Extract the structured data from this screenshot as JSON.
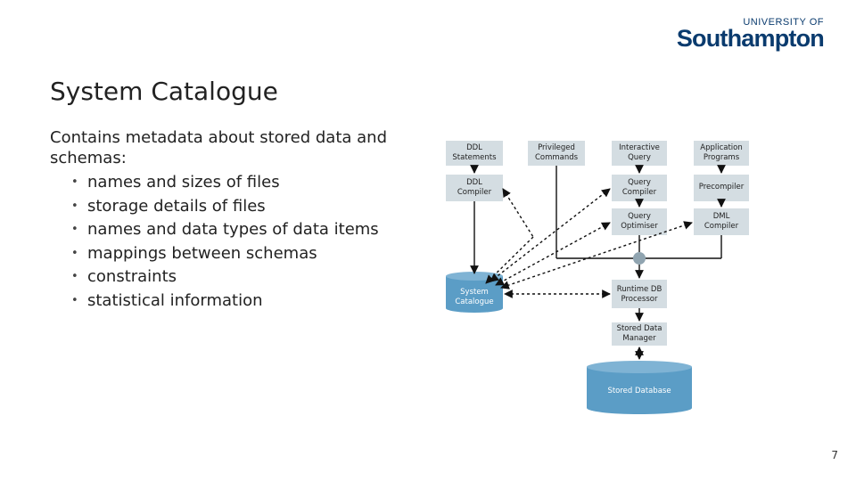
{
  "logo": {
    "top": "UNIVERSITY OF",
    "main": "Southampton"
  },
  "slide": {
    "title": "System Catalogue",
    "intro": "Contains metadata about stored data and schemas:",
    "bullets": [
      "names and sizes of files",
      "storage details of files",
      "names and data types of data items",
      "mappings between schemas",
      "constraints",
      "statistical information"
    ],
    "page_number": "7"
  },
  "diagram": {
    "ddl_statements": "DDL\nStatements",
    "privileged_commands": "Privileged\nCommands",
    "interactive_query": "Interactive\nQuery",
    "application_programs": "Application\nPrograms",
    "ddl_compiler": "DDL\nCompiler",
    "query_compiler": "Query\nCompiler",
    "precompiler": "Precompiler",
    "query_optimiser": "Query\nOptimiser",
    "dml_compiler": "DML\nCompiler",
    "system_catalogue": "System\nCatalogue",
    "runtime_db_processor": "Runtime DB\nProcessor",
    "stored_data_manager": "Stored Data\nManager",
    "stored_database": "Stored Database",
    "colors": {
      "box_fill": "#d4dde2",
      "cylinder_fill": "#5b9dc6",
      "node_fill": "#90a4b0"
    }
  }
}
